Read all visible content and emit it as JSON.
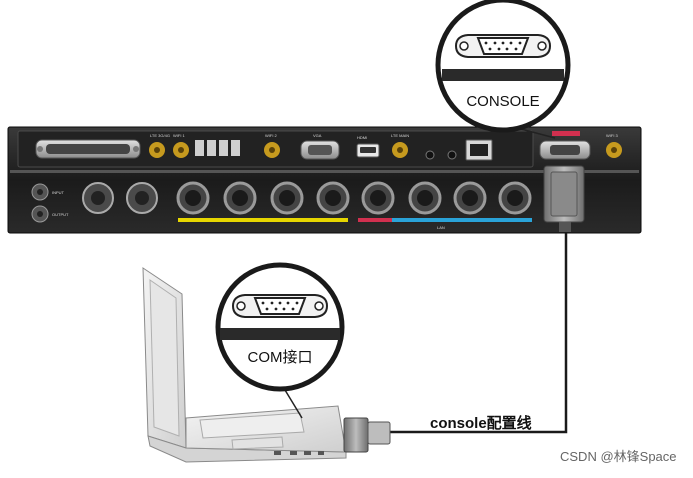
{
  "callouts": {
    "router_port": "CONSOLE",
    "pc_port": "COM接口"
  },
  "cable_label": "console配置线",
  "watermark": "CSDN @林锋Space",
  "device_labels": {
    "wifi1": "WIFI 1",
    "wifi2": "WIFI 2",
    "wifi3": "WIFI 3",
    "vga": "VGA",
    "hdmi": "HDMI",
    "lte": "LTE 3G/4G",
    "lte2": "LTE MAIN",
    "input": "INPUT",
    "output": "OUTPUT",
    "lan": "LAN"
  },
  "colors": {
    "chassis": "#1e1e1e",
    "port_yellow": "#e6d600",
    "port_blue": "#2aa3d8",
    "port_red": "#d1304f",
    "connector_gray": "#9a9a9a",
    "cable": "#1a1a1a"
  }
}
